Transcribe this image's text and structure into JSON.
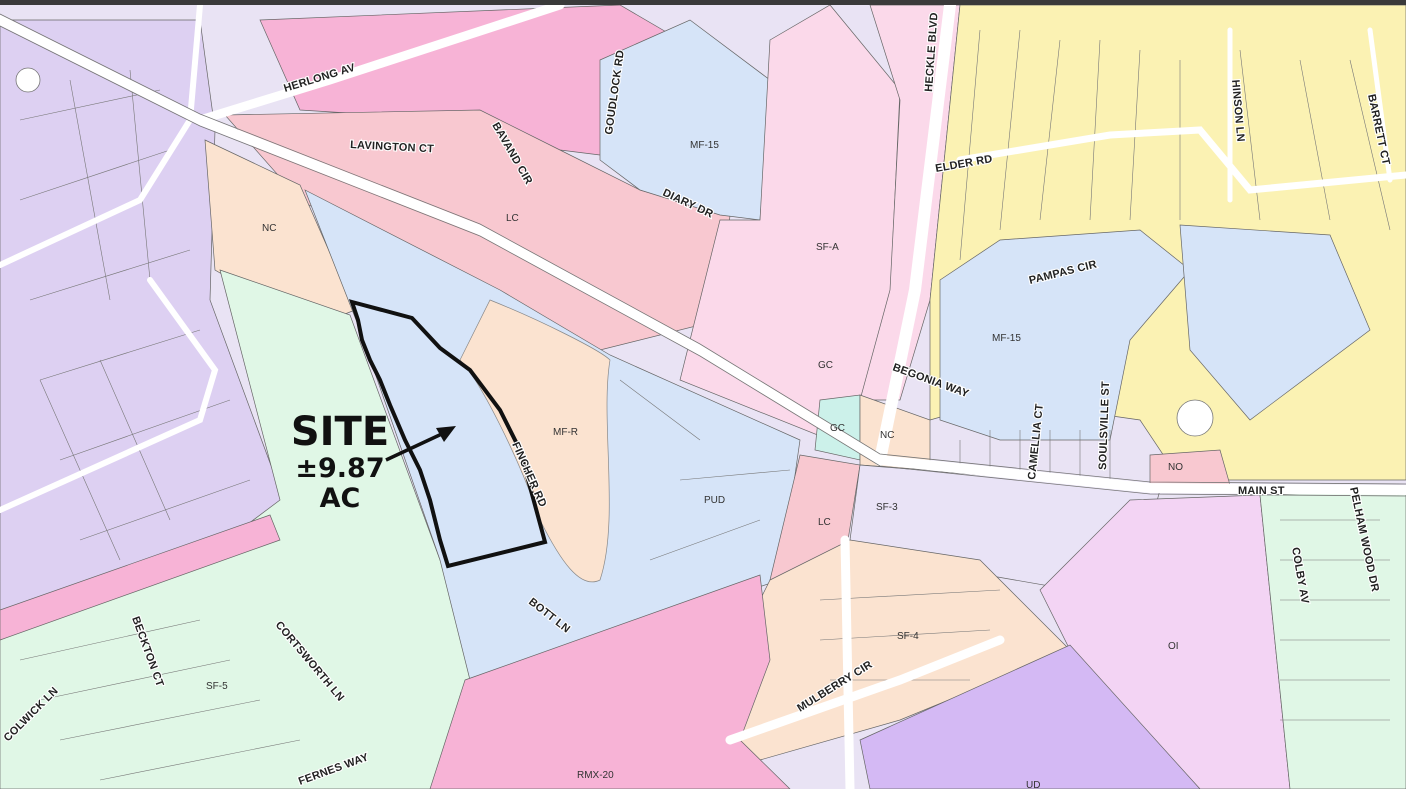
{
  "site": {
    "title": "SITE",
    "acreage": "±9.87",
    "unit": "AC"
  },
  "streets": {
    "herlong_av": "HERLONG AV",
    "lavington_ct": "LAVINGTON CT",
    "bavand_cir": "BAVAND CIR",
    "goudlock_rd": "GOUDLOCK RD",
    "diary_dr": "DIARY DR",
    "heckle_blvd": "HECKLE BLVD",
    "elder_rd": "ELDER RD",
    "hinson_ln": "HINSON LN",
    "barrett_ct": "BARRETT CT",
    "pampas_cir": "PAMPAS CIR",
    "begonia_way": "BEGONIA WAY",
    "camellia_ct": "CAMELLIA CT",
    "soulsville_st": "SOULSVILLE ST",
    "main_st": "MAIN ST",
    "fincher_rd": "FINCHER RD",
    "bott_ln": "BOTT LN",
    "beckton_ct": "BECKTON CT",
    "cortsworth_ln": "CORTSWORTH LN",
    "colwick_ln": "COLWICK LN",
    "ferneshire_way": "FERNES WAY",
    "mulberry_cir": "MULBERRY CIR",
    "colby_av": "COLBY AV",
    "pelham_wood_dr": "PELHAM WOOD DR"
  },
  "zones": {
    "nc_west": "NC",
    "lc_north": "LC",
    "mf15_north": "MF-15",
    "sfa": "SF-A",
    "mf15_east": "MF-15",
    "gc_north": "GC",
    "gc_south": "GC",
    "nc_east": "NC",
    "no": "NO",
    "mfr": "MF-R",
    "pud": "PUD",
    "lc_south": "LC",
    "sf3": "SF-3",
    "sf4": "SF-4",
    "oi": "OI",
    "sf5": "SF-5",
    "rmx20": "RMX-20",
    "ud": "UD"
  },
  "colors": {
    "purple_res": "#ddd0f2",
    "lavender": "#e9e3f6",
    "pink": "#f7b3d6",
    "light_pink": "#fbd9ea",
    "salmon": "#f8c8d0",
    "peach": "#fbe3d0",
    "light_blue": "#d6e4f8",
    "yellow": "#fbf2b3",
    "mint": "#e0f7e6",
    "teal": "#ccf1ea",
    "violet": "#d4b9f4",
    "orchid": "#f3d4f4",
    "site_outline": "#111111",
    "road": "#ffffff"
  }
}
